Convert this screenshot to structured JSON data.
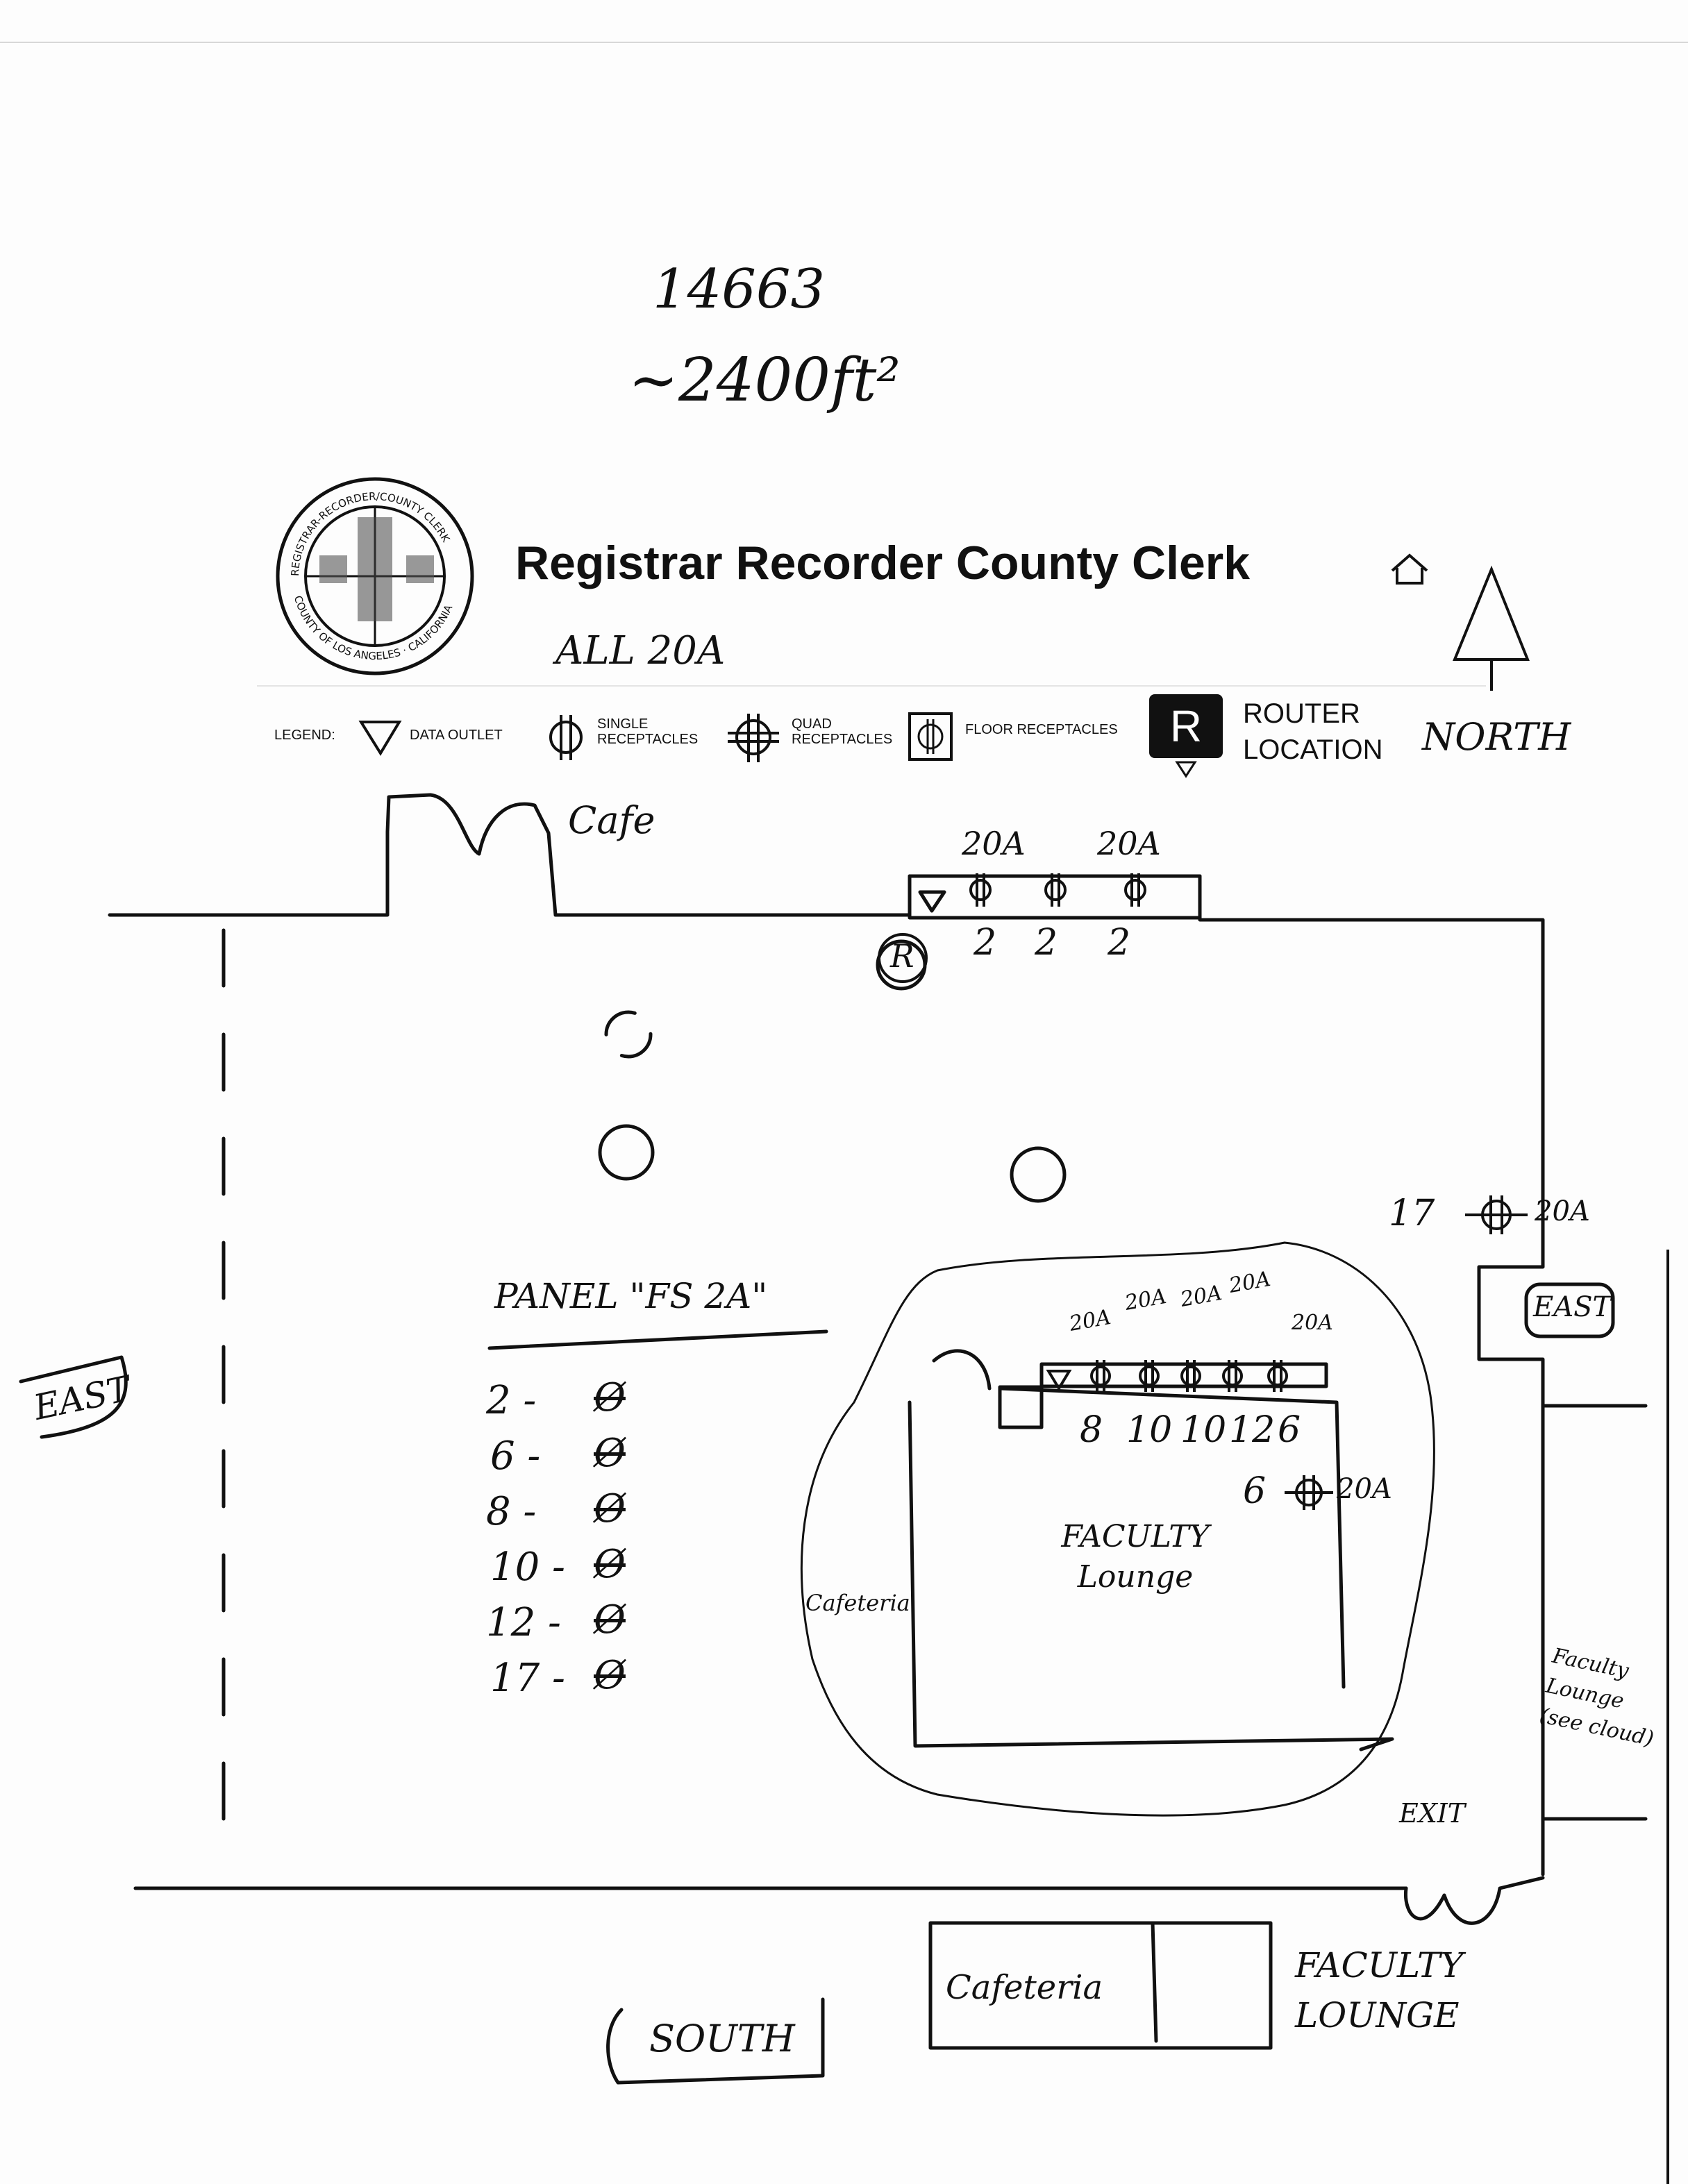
{
  "header": {
    "job_number": "14663",
    "area": "~2400ft²",
    "title": "Registrar Recorder County Clerk",
    "note": "ALL 20A",
    "north_label": "NORTH"
  },
  "seal": {
    "top_text": "REGISTRAR-RECORDER/COUNTY CLERK",
    "bottom_text": "COUNTY OF LOS ANGELES · CALIFORNIA"
  },
  "legend": {
    "label": "LEGEND:",
    "items": [
      {
        "icon": "data-outlet-triangle-icon",
        "label": "DATA OUTLET"
      },
      {
        "icon": "single-receptacle-icon",
        "label": "SINGLE RECEPTACLES"
      },
      {
        "icon": "quad-receptacle-icon",
        "label": "QUAD RECEPTACLES"
      },
      {
        "icon": "floor-receptacle-icon",
        "label": "FLOOR RECEPTACLES"
      },
      {
        "icon": "router-icon",
        "label": "ROUTER LOCATION"
      }
    ]
  },
  "floorplan": {
    "cafe_label": "Cafe",
    "router_symbol": "R",
    "north_wall_amps": [
      "20A",
      "20A"
    ],
    "north_wall_circuits": [
      "2",
      "2",
      "2"
    ],
    "east_circuit": "17",
    "east_amps": "20A",
    "east_wall_label": "EAST",
    "west_label": "EAST",
    "exit_label": "EXIT",
    "south_label": "SOUTH",
    "lounge_amps": [
      "20A",
      "20A",
      "20A",
      "20A",
      "20A"
    ],
    "lounge_circuits": [
      "8",
      "10",
      "10",
      "12",
      "6"
    ],
    "lounge_side_circuit": "6",
    "lounge_side_amps": "20A",
    "faculty_lounge": "FACULTY Lounge",
    "cafeteria_inner": "Cafeteria",
    "faculty_lounge_side_note": "Faculty Lounge (see cloud)",
    "bottom_cafeteria": "Cafeteria",
    "bottom_faculty_lounge": "FACULTY LOUNGE"
  },
  "panel": {
    "title": "PANEL \"FS 2A\"",
    "circuits": [
      "2",
      "6",
      "8",
      "10",
      "12",
      "17"
    ]
  }
}
